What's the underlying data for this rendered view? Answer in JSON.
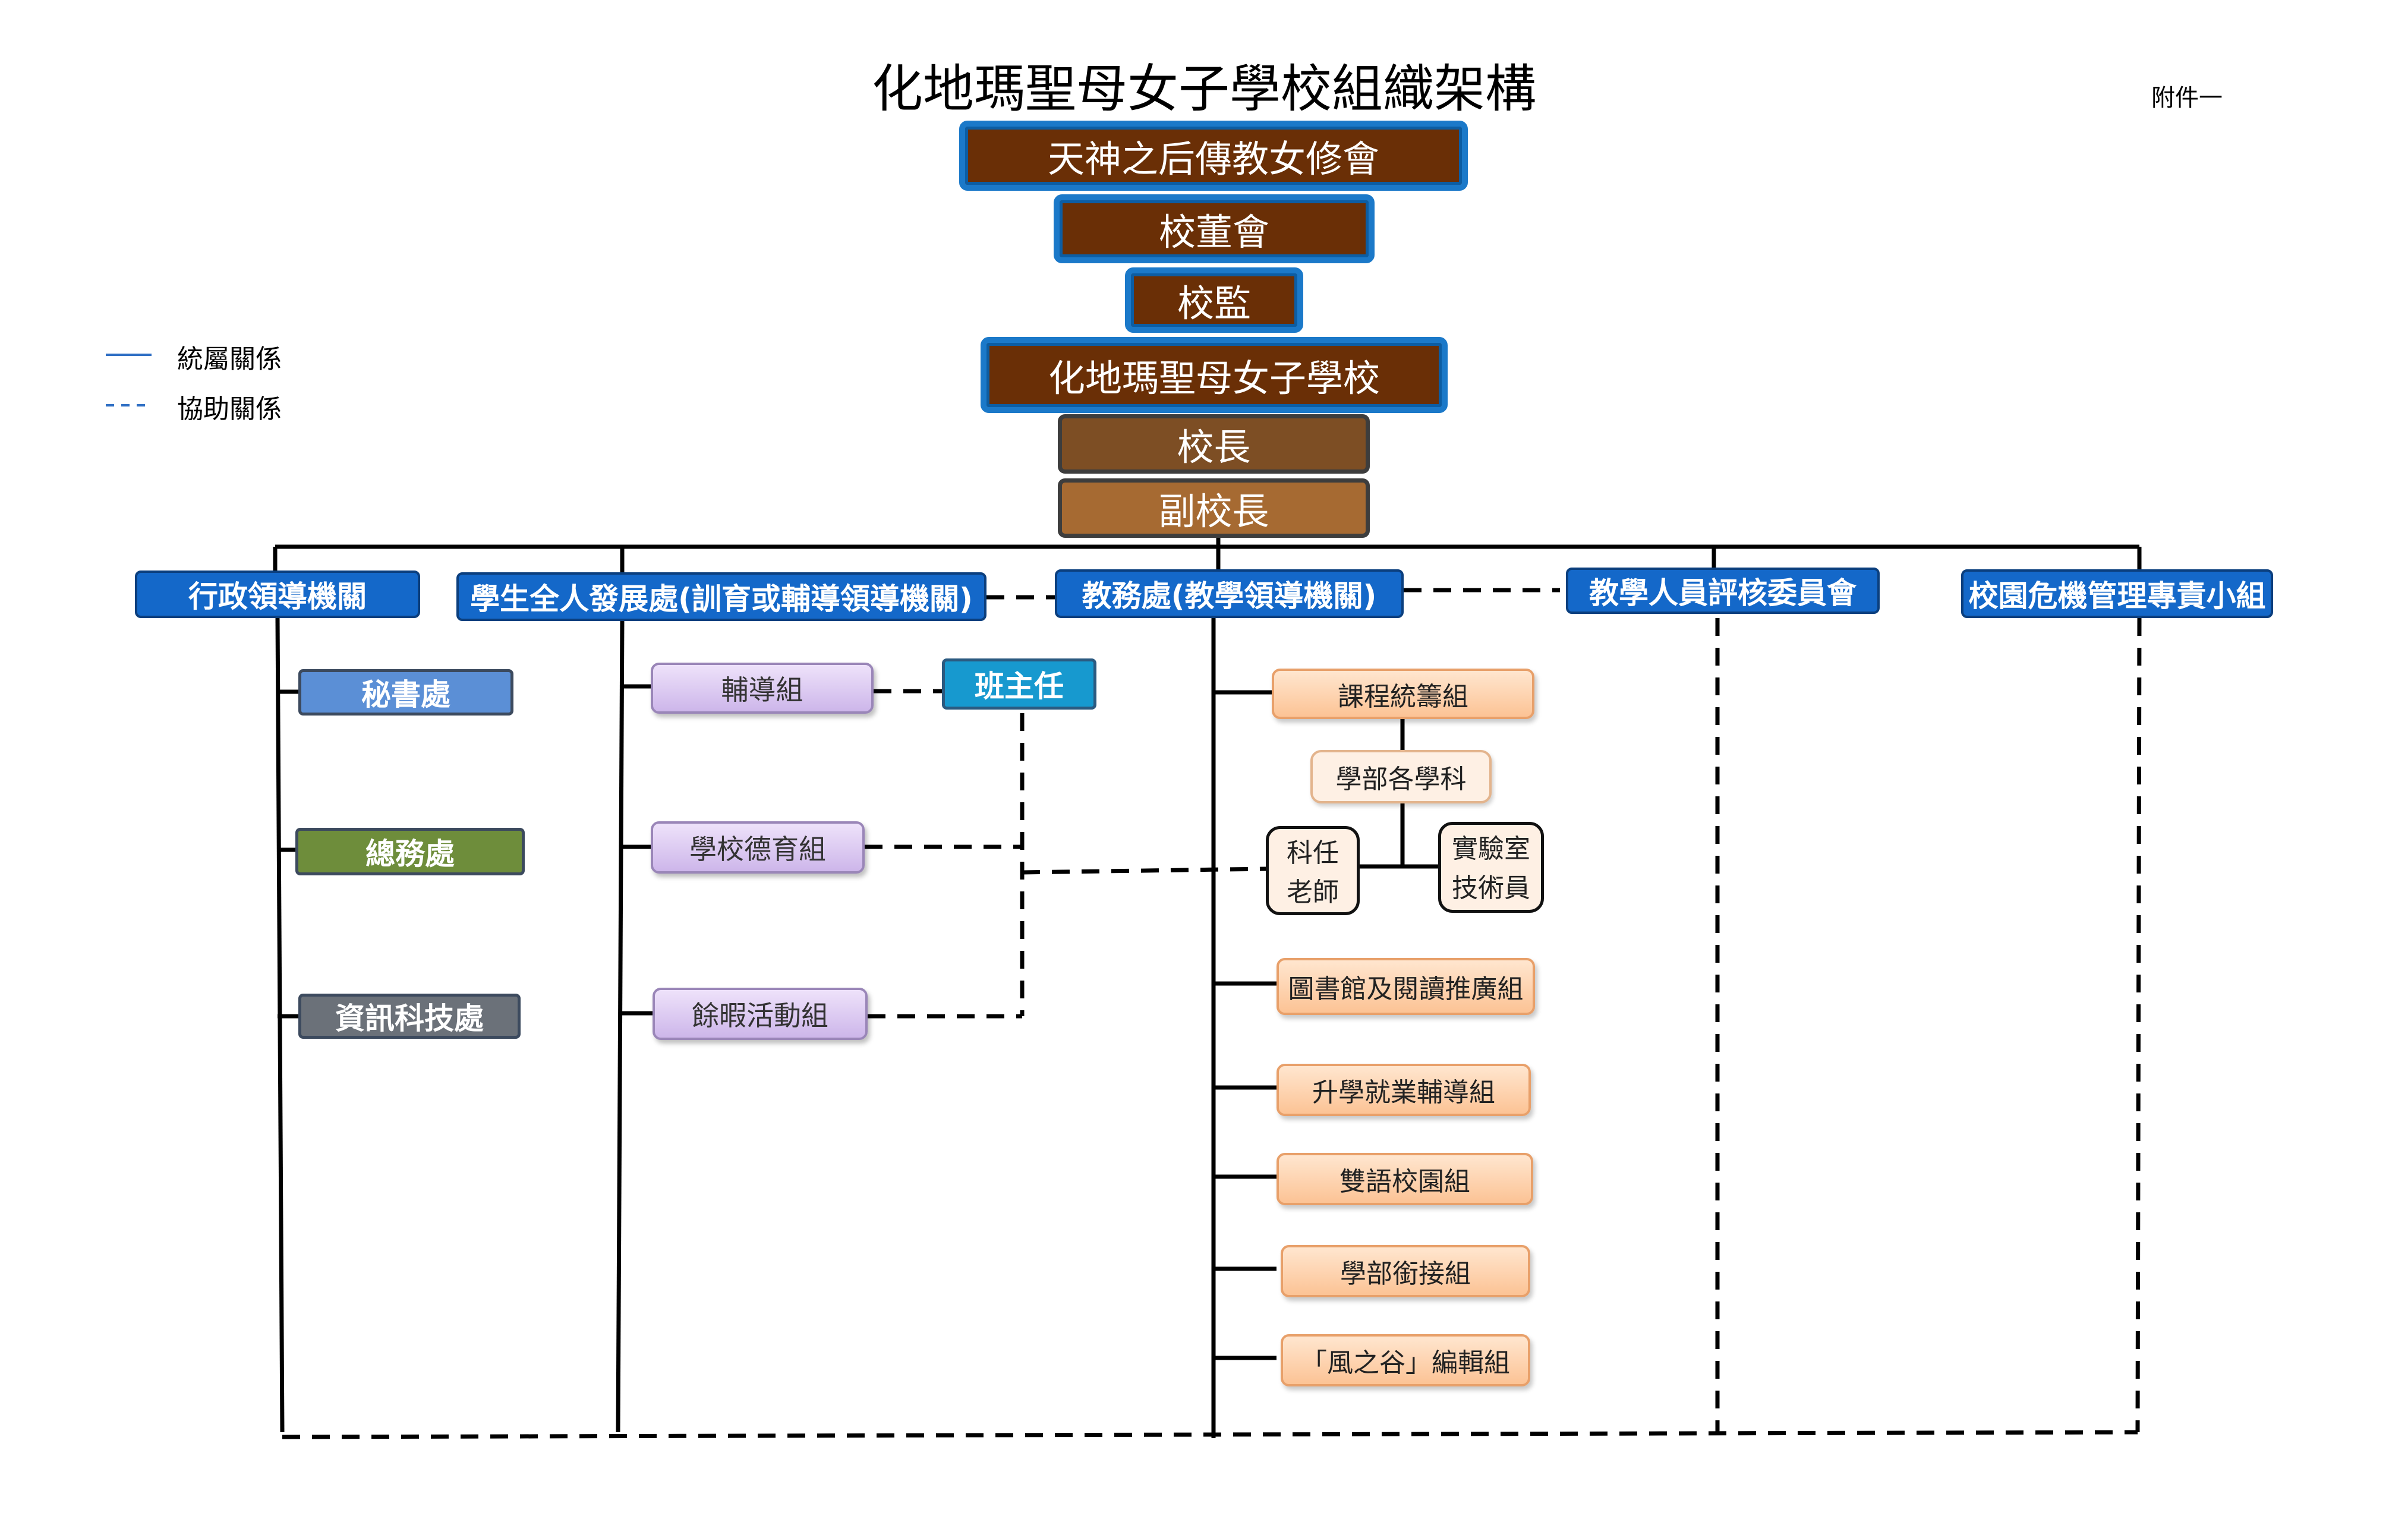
{
  "title": "化地瑪聖母女子學校組織架構",
  "annex": "附件一",
  "legend": {
    "solid": "統屬關係",
    "dashed": "協助關係"
  },
  "top_chain": {
    "congregation": "天神之后傳教女修會",
    "board": "校董會",
    "supervisor": "校監",
    "school": "化地瑪聖母女子學校",
    "principal": "校長",
    "vice_principal": "副校長"
  },
  "divisions": {
    "admin": "行政領導機關",
    "student_dev": "學生全人發展處(訓育或輔導領導機關)",
    "academic": "教務處(教學領導機關)",
    "appraisal": "教學人員評核委員會",
    "crisis": "校園危機管理專責小組"
  },
  "admin_units": {
    "secretariat": "秘書處",
    "general_affairs": "總務處",
    "it": "資訊科技處"
  },
  "student_units": {
    "counseling": "輔導組",
    "moral": "學校德育組",
    "extracurricular": "餘暇活動組",
    "class_teacher": "班主任"
  },
  "academic_units": {
    "curriculum": "課程統籌組",
    "subjects": "學部各學科",
    "subject_teacher": [
      "科任",
      "老師"
    ],
    "lab_tech": [
      "實驗室",
      "技術員"
    ],
    "library": "圖書館及閱讀推廣組",
    "career": "升學就業輔導組",
    "bilingual": "雙語校園組",
    "articulation": "學部銜接組",
    "magazine": "「風之谷」編輯組"
  },
  "colors": {
    "chain_fill": "#6a2f06",
    "chain_border": "#1b79c9",
    "principal": "#7d4e24",
    "vice_principal": "#a66a32",
    "division": "#1468c9",
    "secretariat": "#5b8fd6",
    "general_affairs": "#6e8d3b",
    "it": "#6b7179",
    "class_teacher": "#1799cf"
  }
}
